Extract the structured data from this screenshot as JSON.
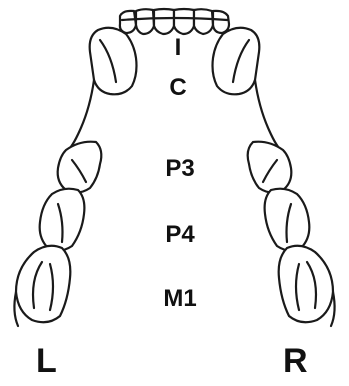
{
  "labels": {
    "incisor": "I",
    "canine": "C",
    "premolar3": "P3",
    "premolar4": "P4",
    "molar1": "M1"
  },
  "sides": {
    "left": "L",
    "right": "R"
  },
  "colors": {
    "line": "#1a1a1a",
    "fill": "#ffffff",
    "text": "#111111"
  }
}
